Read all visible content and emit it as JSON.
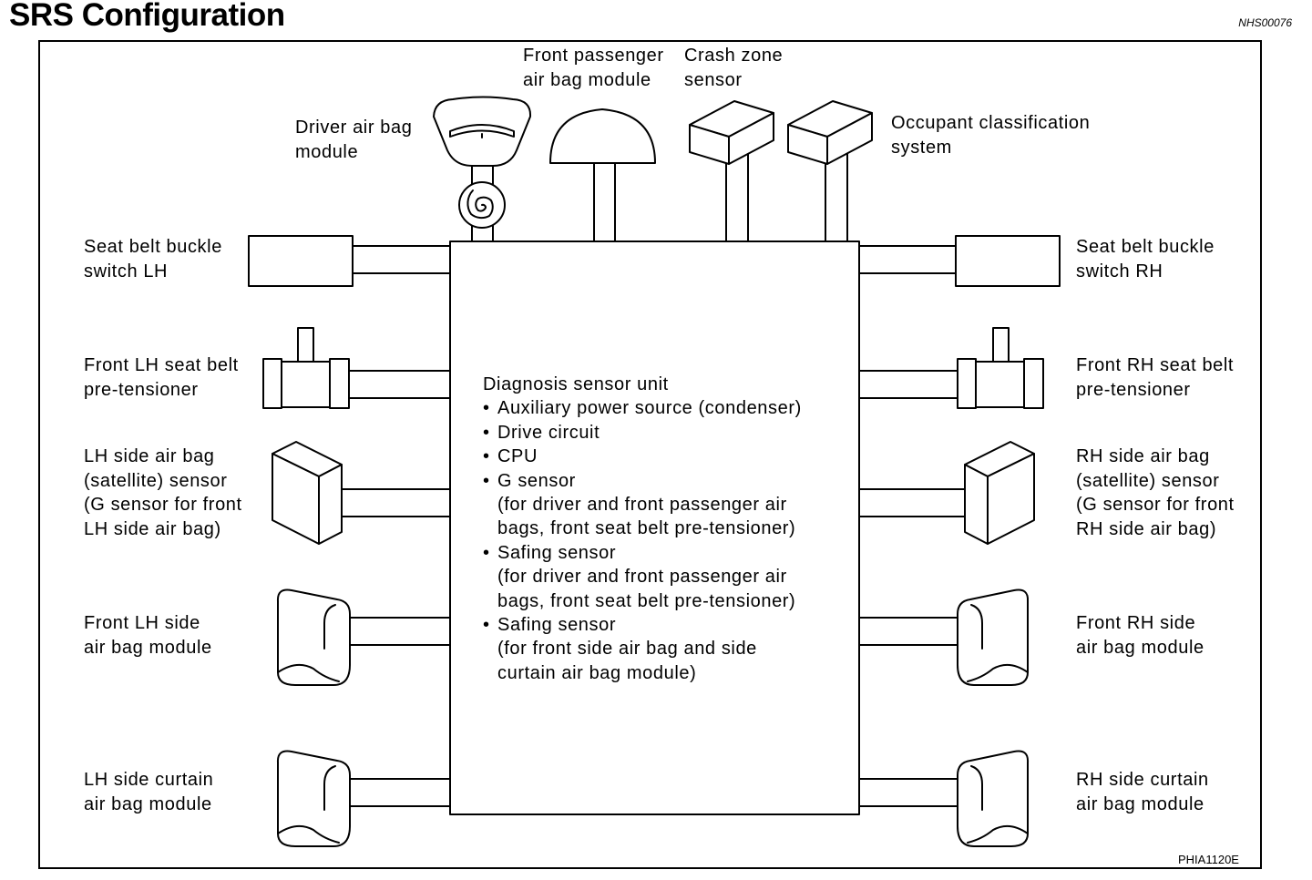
{
  "page": {
    "title": "SRS Configuration",
    "code_top": "NHS00076",
    "code_bottom": "PHIA1120E"
  },
  "labels": {
    "driver_airbag": "Driver air bag\nmodule",
    "front_passenger_airbag": "Front passenger\nair bag module",
    "crash_zone_sensor": "Crash zone\nsensor",
    "occupant_classification": "Occupant classification\nsystem",
    "buckle_lh": "Seat belt buckle\nswitch LH",
    "buckle_rh": "Seat belt buckle\nswitch RH",
    "pretensioner_lh": "Front LH seat belt\npre-tensioner",
    "pretensioner_rh": "Front RH seat belt\npre-tensioner",
    "side_sensor_lh": "LH side air bag\n(satellite) sensor\n(G sensor for front\nLH side air bag)",
    "side_sensor_rh": "RH side air bag\n(satellite) sensor\n(G sensor for front\nRH side air bag)",
    "front_side_airbag_lh": "Front LH side\nair bag module",
    "front_side_airbag_rh": "Front RH side\nair bag module",
    "curtain_lh": "LH side curtain\nair bag module",
    "curtain_rh": "RH side curtain\nair bag module"
  },
  "diagnosis_unit": {
    "title": "Diagnosis sensor unit",
    "bullet": "•",
    "items": [
      "Auxiliary power source (condenser)",
      "Drive circuit",
      "CPU",
      "G sensor\n(for driver and front passenger air\nbags, front seat belt pre-tensioner)",
      "Safing sensor\n(for driver and front passenger air\nbags, front seat belt pre-tensioner)",
      "Safing sensor\n(for front side air bag and side\ncurtain air bag module)"
    ]
  },
  "icons": {
    "driver_airbag": "steering-wheel-icon",
    "spiral_cable": "spiral-cable-icon",
    "passenger_airbag": "dome-airbag-icon",
    "crash_zone": "sensor-box-icon",
    "occupant": "sensor-box-icon",
    "buckle": "buckle-switch-icon",
    "pretensioner": "pretensioner-icon",
    "satellite_sensor": "sensor-box-icon",
    "side_airbag": "rolled-airbag-icon"
  }
}
